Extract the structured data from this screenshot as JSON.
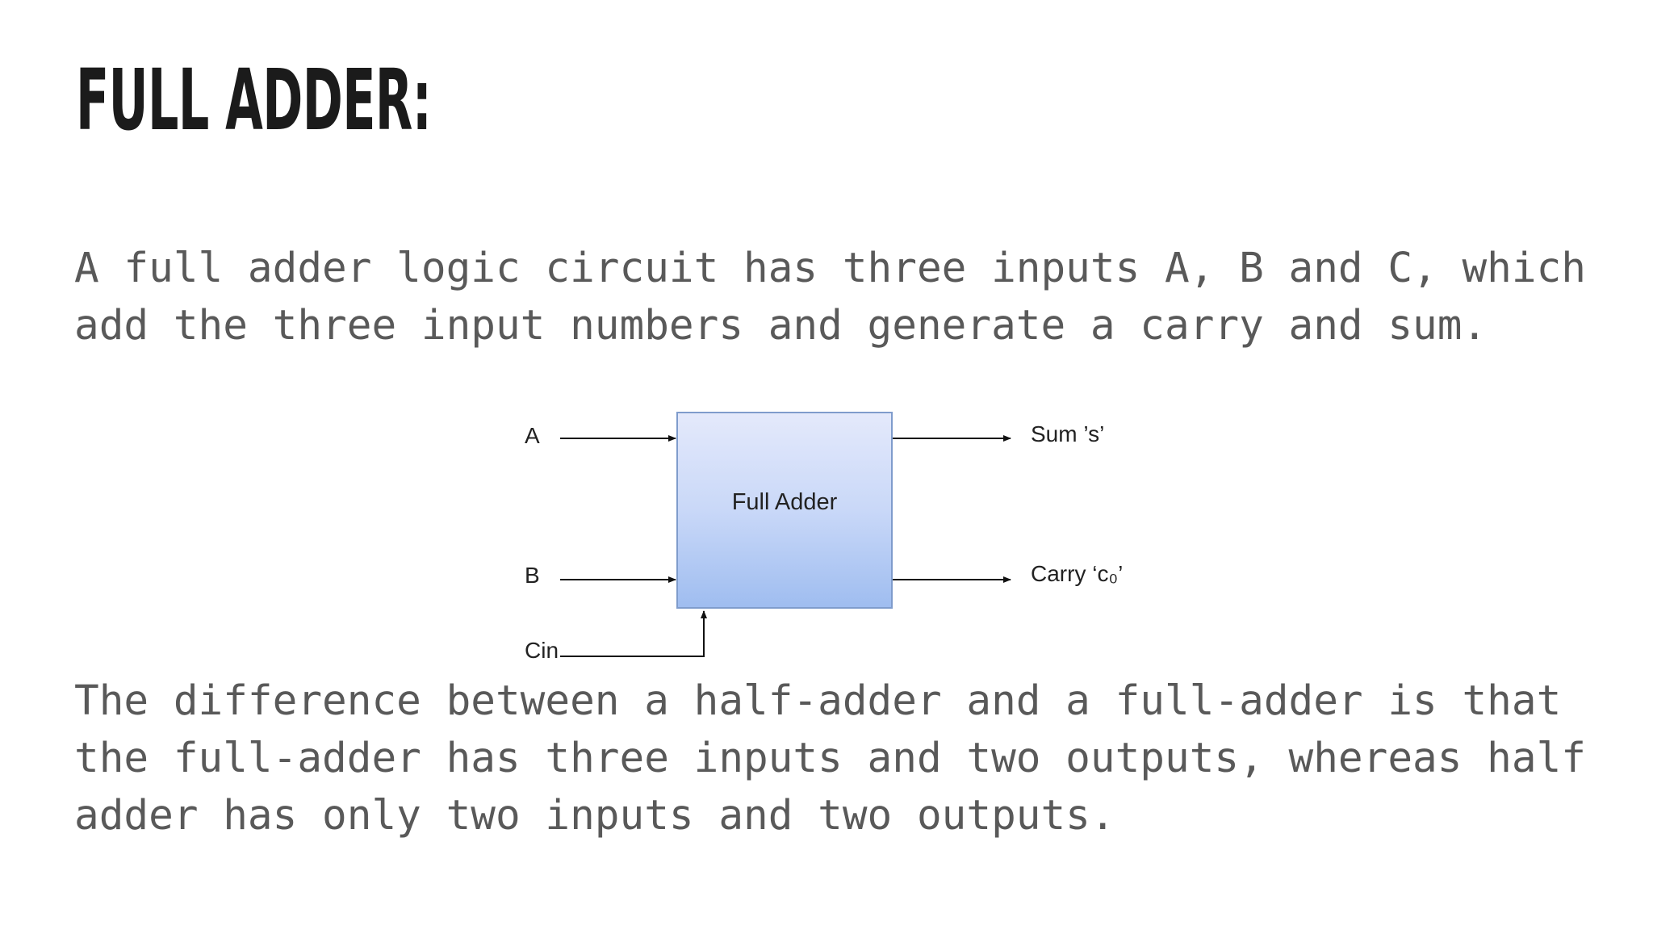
{
  "title": "FULL ADDER:",
  "intro_paragraph": {
    "lines": [
      "A full adder logic circuit has three inputs A, B and C, which",
      "add the three input numbers and generate a carry and sum."
    ]
  },
  "diagram": {
    "block_label": "Full Adder",
    "inputs": [
      "A",
      "B",
      "Cin"
    ],
    "outputs": [
      "Sum ’s’",
      "Carry ‘c₀’"
    ]
  },
  "difference_paragraph": {
    "lines": [
      "The difference between a half-adder and a full-adder is that",
      "the full-adder has three inputs and two outputs, whereas half",
      "adder has only two inputs and two outputs."
    ]
  }
}
